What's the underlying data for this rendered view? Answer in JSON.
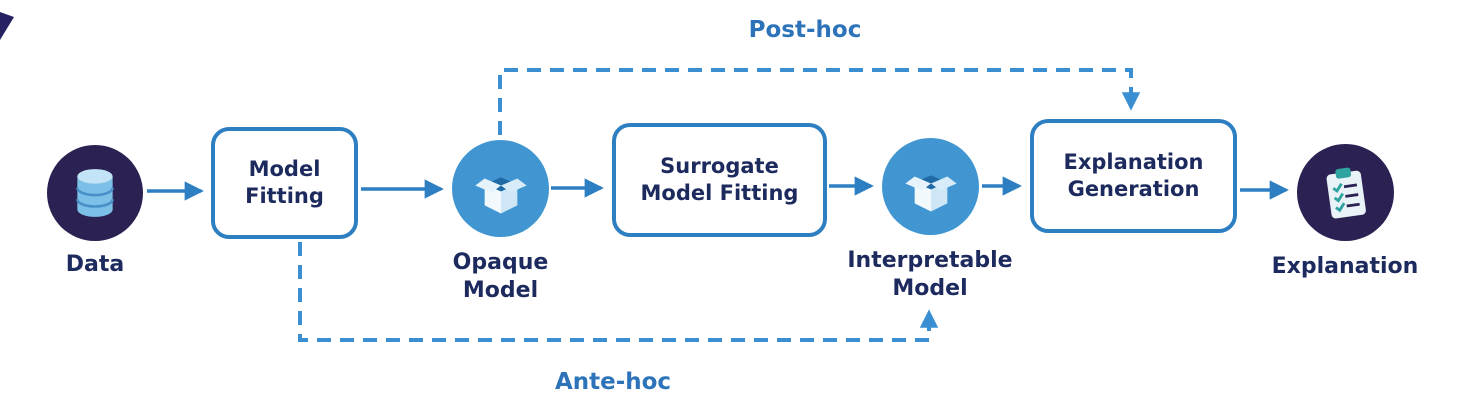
{
  "diagram": {
    "nodes": {
      "data": {
        "label": "Data",
        "icon": "database-icon"
      },
      "model_fitting": {
        "label": "Model Fitting"
      },
      "opaque_model": {
        "label": "Opaque Model",
        "icon": "open-box-icon"
      },
      "surrogate_model_fitting": {
        "label": "Surrogate Model Fitting"
      },
      "interpretable_model": {
        "label": "Interpretable Model",
        "icon": "open-box-icon"
      },
      "explanation_generation": {
        "label": "Explanation Generation"
      },
      "explanation": {
        "label": "Explanation",
        "icon": "clipboard-icon"
      }
    },
    "annotations": {
      "post_hoc": "Post-hoc",
      "ante_hoc": "Ante-hoc"
    },
    "colors": {
      "process_border_blue": "#2e7fc1",
      "solid_arrow_blue": "#2e7fc1",
      "dashed_arrow_blue": "#3a8ed2",
      "node_circle_blue": "#4196d2",
      "node_circle_dark_purple": "#2b2153",
      "text_dark_navy": "#1d2a5e",
      "annotation_blue": "#2d73b9",
      "background": "#ffffff"
    }
  }
}
